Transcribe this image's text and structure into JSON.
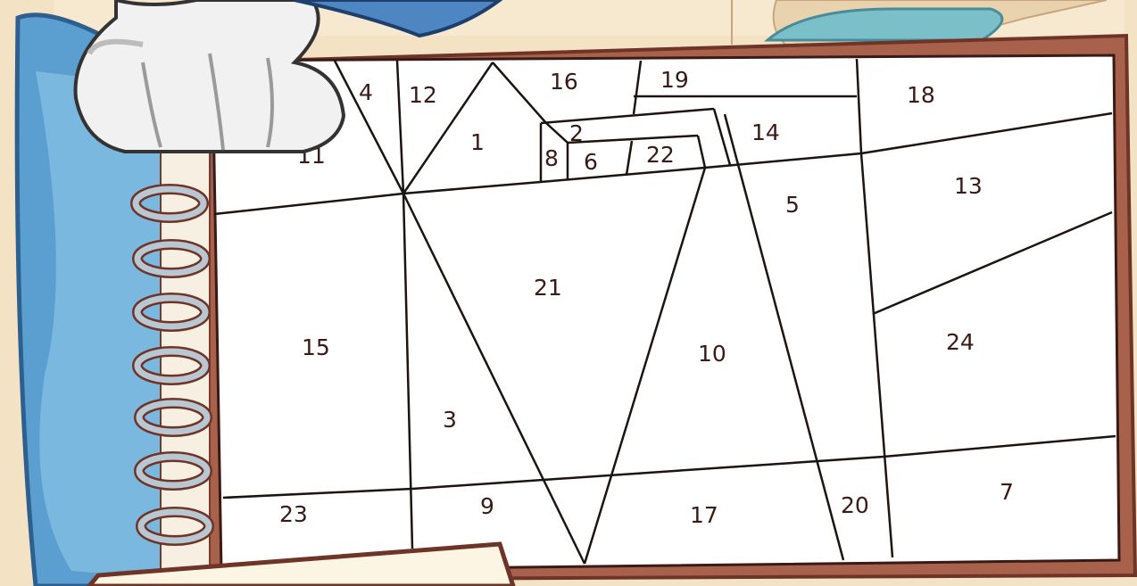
{
  "puzzle": {
    "regions": [
      {
        "id": "11",
        "label": "11"
      },
      {
        "id": "4",
        "label": "4"
      },
      {
        "id": "12",
        "label": "12"
      },
      {
        "id": "1",
        "label": "1"
      },
      {
        "id": "16",
        "label": "16"
      },
      {
        "id": "19",
        "label": "19"
      },
      {
        "id": "18",
        "label": "18"
      },
      {
        "id": "2",
        "label": "2"
      },
      {
        "id": "8",
        "label": "8"
      },
      {
        "id": "6",
        "label": "6"
      },
      {
        "id": "22",
        "label": "22"
      },
      {
        "id": "14",
        "label": "14"
      },
      {
        "id": "13",
        "label": "13"
      },
      {
        "id": "5",
        "label": "5"
      },
      {
        "id": "21",
        "label": "21"
      },
      {
        "id": "15",
        "label": "15"
      },
      {
        "id": "10",
        "label": "10"
      },
      {
        "id": "24",
        "label": "24"
      },
      {
        "id": "3",
        "label": "3"
      },
      {
        "id": "23",
        "label": "23"
      },
      {
        "id": "9",
        "label": "9"
      },
      {
        "id": "17",
        "label": "17"
      },
      {
        "id": "20",
        "label": "20"
      },
      {
        "id": "7",
        "label": "7"
      }
    ]
  },
  "colors": {
    "wall": "#f3e3c4",
    "frame": "#a8614a",
    "paper": "#ffffff",
    "ink": "#3a1a16",
    "cover_blue": "#5b9fd1",
    "binder_ring": "#b9c7d2"
  },
  "icons": {
    "hand": "gloved-hand",
    "rings": "binder-rings"
  }
}
